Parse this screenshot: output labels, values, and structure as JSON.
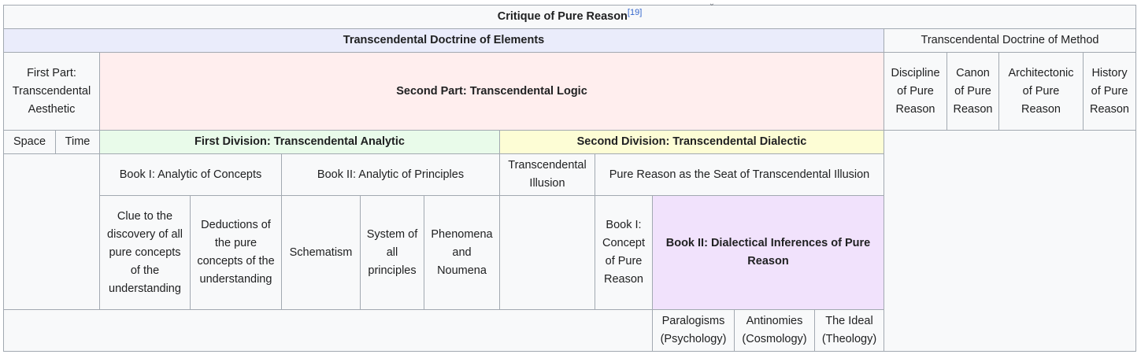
{
  "title": "Critique of Pure Reason",
  "title_ref": "[19]",
  "doctrine_elements": "Transcendental Doctrine of Elements",
  "doctrine_method": "Transcendental Doctrine of Method",
  "first_part": "First Part: Transcendental Aesthetic",
  "second_part": "Second Part: Transcendental Logic",
  "method_items": [
    "Discipline of Pure Reason",
    "Canon of Pure Reason",
    "Architectonic of Pure Reason",
    "History of Pure Reason"
  ],
  "space": "Space",
  "time": "Time",
  "first_division": "First Division: Transcendental Analytic",
  "second_division": "Second Division: Transcendental Dialectic",
  "book1_concepts": "Book I: Analytic of Concepts",
  "book2_principles": "Book II: Analytic of Principles",
  "transcendental_illusion": "Transcendental Illusion",
  "pure_reason_seat": "Pure Reason as the Seat of Transcendental Illusion",
  "clue": "Clue to the discovery of all pure concepts of the understanding",
  "deductions": "Deductions of the pure concepts of the understanding",
  "schematism": "Schematism",
  "system": "System of all principles",
  "phenomena": "Phenomena and Noumena",
  "book1_concept": "Book I: Concept of Pure Reason",
  "book2_dialectical": "Book II: Dialectical Inferences of Pure Reason",
  "paralogisms": "Paralogisms (Psychology)",
  "antinomies": "Antinomies (Cosmology)",
  "ideal": "The Ideal (Theology)"
}
